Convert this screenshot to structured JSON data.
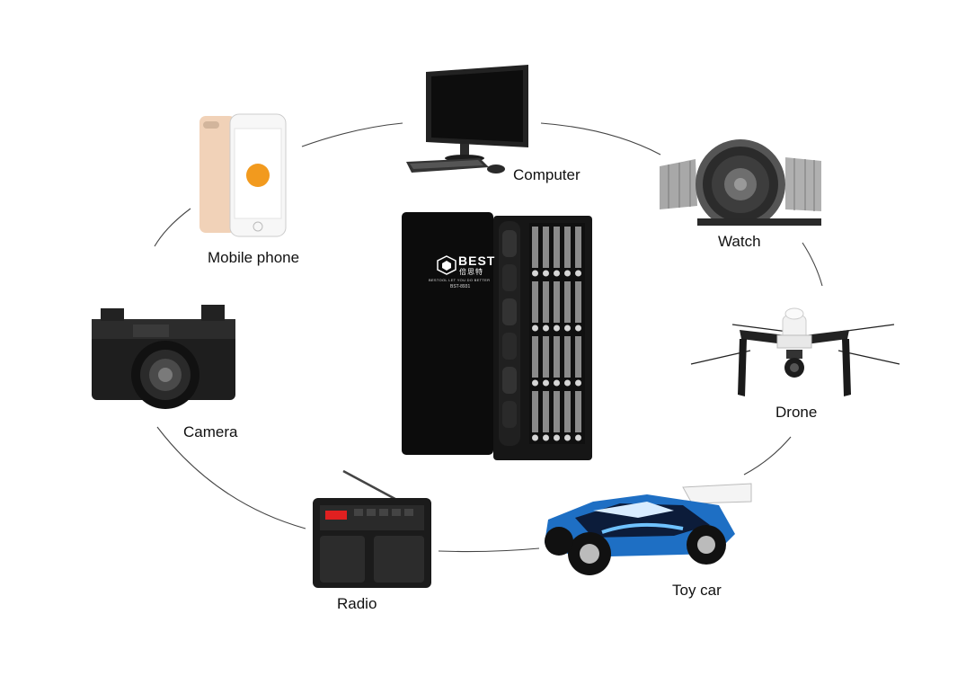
{
  "kit": {
    "brand": "BEST",
    "brand_cn": "倍思特",
    "tagline": "BESTOOL LET YOU DO BETTER",
    "model": "BST-8931"
  },
  "devices": [
    {
      "id": "computer",
      "label": "Computer"
    },
    {
      "id": "watch",
      "label": "Watch"
    },
    {
      "id": "drone",
      "label": "Drone"
    },
    {
      "id": "toy-car",
      "label": "Toy car"
    },
    {
      "id": "radio",
      "label": "Radio"
    },
    {
      "id": "camera",
      "label": "Camera"
    },
    {
      "id": "mobile-phone",
      "label": "Mobile phone"
    }
  ],
  "colors": {
    "background": "#ffffff",
    "ring": "#444444",
    "kit_body": "#0c0c0c",
    "phone_gold": "#f1d2b8",
    "apple_logo": "#f29a1e",
    "car_blue": "#2a86d8",
    "radio_display": "#e02020"
  }
}
